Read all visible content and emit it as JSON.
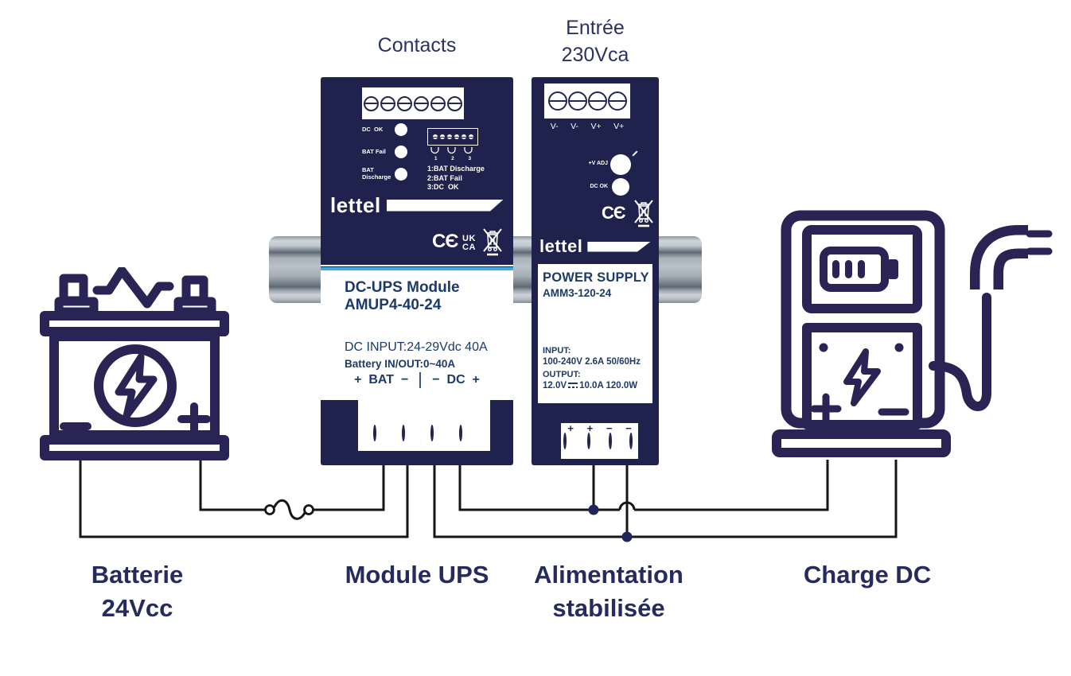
{
  "colors": {
    "module_body": "#20224e",
    "accent_blue": "#3fa9e1",
    "caption_navy": "#252b5e",
    "module_text_blue": "#1c3a6a",
    "icon_navy": "#2a2454",
    "wire_black": "#161616",
    "junction_navy": "#20265a",
    "din_rail_gray": "#a8b0b8"
  },
  "captions": {
    "contacts": "Contacts",
    "entree": {
      "line1": "Entrée",
      "line2": "230Vca"
    },
    "batterie": {
      "line1": "Batterie",
      "line2": "24Vcc"
    },
    "module_ups": "Module UPS",
    "alimentation": {
      "line1": "Alimentation",
      "line2": "stabilisée"
    },
    "charge_dc": "Charge DC"
  },
  "ups": {
    "brand": "lettel",
    "leds": [
      "DC  OK",
      "BAT Fail",
      "BAT\nDischarge"
    ],
    "contact_block_numbers": [
      "1",
      "2",
      "3"
    ],
    "contact_legend": [
      "1:BAT Discharge",
      "2:BAT Fail",
      "3:DC  OK"
    ],
    "ce_mark": "CЄ",
    "ukca": {
      "line1": "UK",
      "line2": "CA"
    },
    "title_line1": "DC-UPS Module",
    "title_line2": "AMUP4-40-24",
    "spec_input": "DC INPUT:24-29Vdc 40A",
    "spec_battery": "Battery IN/OUT:0~40A",
    "terminals_bat": "+  BAT  −",
    "terminals_dc": "−  DC  +"
  },
  "psu": {
    "brand": "lettel",
    "input_terminals": [
      "V-",
      "V-",
      "V+",
      "V+"
    ],
    "adj_label": "+V ADJ",
    "dc_ok_label": "DC OK",
    "ce_mark": "CЄ",
    "title_line1": "POWER SUPPLY",
    "title_line2": "AMM3-120-24",
    "input_label": "INPUT:",
    "input_value": "100-240V 2.6A 50/60Hz",
    "output_label": "OUTPUT:",
    "output_value_volts": "12.0V",
    "output_value_rest": "10.0A 120.0W",
    "output_terminals": [
      "+",
      "+",
      "−",
      "−"
    ]
  }
}
